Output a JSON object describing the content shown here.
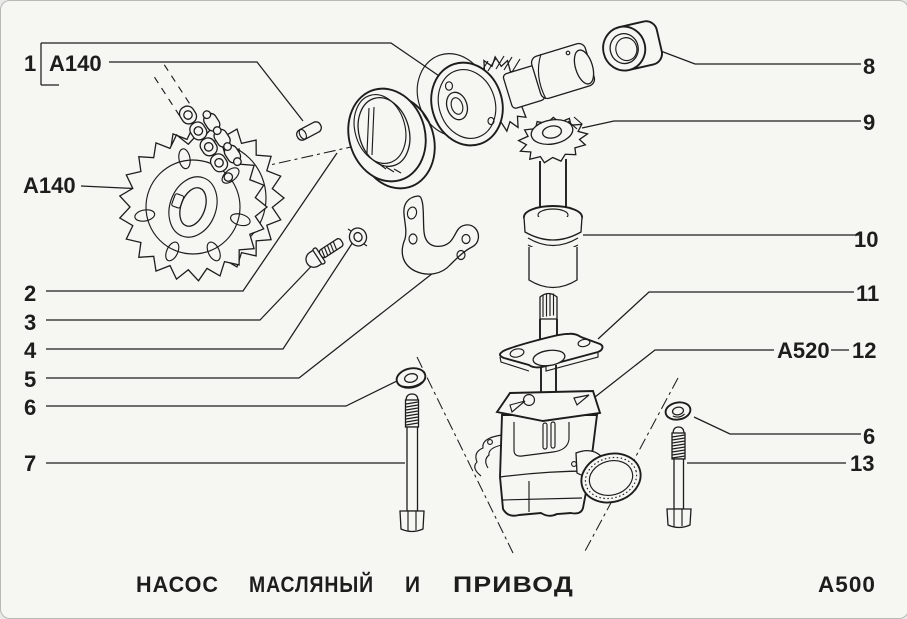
{
  "sheet": {
    "title_words": [
      "НАСОС",
      "МАСЛЯНЫЙ",
      "И",
      "ПРИВОД"
    ],
    "drawing_code": "A500"
  },
  "callouts": {
    "group1": {
      "number": "1",
      "code": "A140"
    },
    "side_code": "A140",
    "left": [
      "2",
      "3",
      "4",
      "5",
      "6",
      "7"
    ],
    "right": [
      {
        "number": "8"
      },
      {
        "number": "9"
      },
      {
        "number": "10"
      },
      {
        "number": "11"
      },
      {
        "number": "12",
        "code": "A520"
      },
      {
        "number": "6"
      },
      {
        "number": "13"
      }
    ]
  },
  "colors": {
    "ink": "#1d1d1b",
    "paper": "#f6f6f3"
  }
}
